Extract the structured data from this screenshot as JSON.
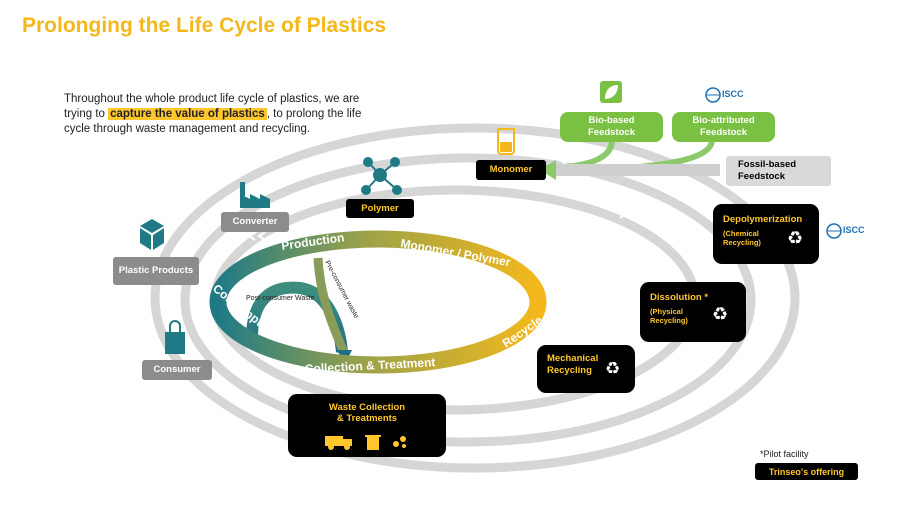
{
  "title": "Prolonging the Life Cycle of Plastics",
  "intro": {
    "before": "Throughout the whole product life cycle of plastics, we are trying to ",
    "highlight": "capture the value of plastics",
    "after": ", to prolong the life cycle through waste management and recycling."
  },
  "cycle": {
    "production": "Production",
    "monomer_polymer": "Monomer / Polymer",
    "recycle": "Recycle",
    "collection": "Collection & Treatment",
    "consumption": "Consumption",
    "post_consumer": "Post-consumer Waste",
    "pre_consumer": "Pre-consumer waste"
  },
  "nodes": {
    "polymer": "Polymer",
    "monomer": "Monomer",
    "converter": "Converter",
    "plastic_products": "Plastic Products",
    "consumer": "Consumer",
    "bio_based": "Bio-based Feedstock",
    "bio_attributed": "Bio-attributed Feedstock",
    "fossil": "Fossil-based Feedstock"
  },
  "technologies": {
    "waste_collection": "Waste Collection & Treatments",
    "mechanical": "Mechanical Recycling",
    "dissolution": "Dissolution *",
    "dissolution_sub": "(Physical Recycling)",
    "depolymerization": "Depolymerization",
    "depolymerization_sub": "(Chemical Recycling)"
  },
  "iscc_label": "ISCC",
  "legend": {
    "pilot": "*Pilot facility",
    "offering": "Trinseo's offering"
  },
  "colors": {
    "accent": "#f4b81c",
    "teal": "#1f7a86",
    "green": "#7ac143",
    "arrow_gray": "#d4d4d4",
    "box_gray": "#8c8c8c"
  },
  "icons": [
    "factory-icon",
    "box-icon",
    "shopping-bag-icon",
    "molecule-icon",
    "beaker-icon",
    "leaf-icon",
    "barrels-icon",
    "iscc-globe-icon",
    "truck-icon",
    "recycle-bin-icon",
    "recycle-icon"
  ]
}
